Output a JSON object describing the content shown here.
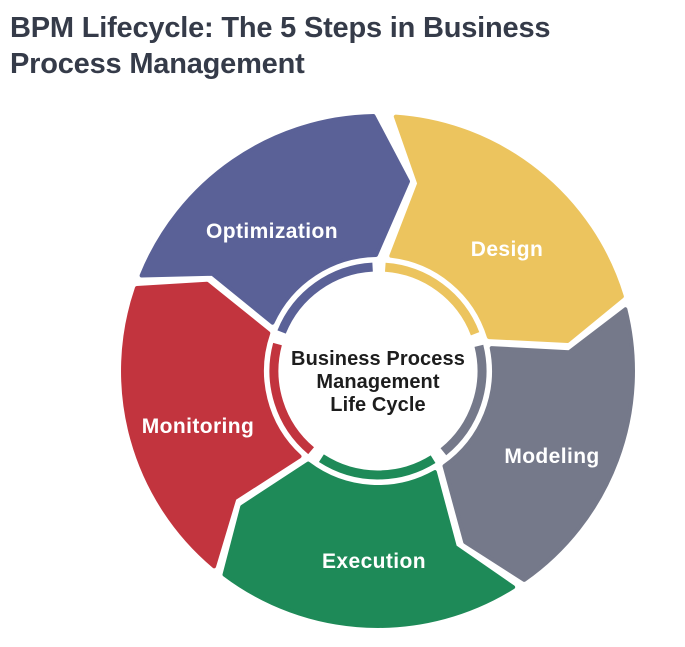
{
  "title": "BPM Lifecycle: The 5 Steps in Business Process Management",
  "title_color": "#353B49",
  "diagram": {
    "center_label": {
      "line1": "Business Process",
      "line2": "Management",
      "line3": "Life Cycle"
    },
    "center_text_color": "#1D1D1D",
    "segment_label_color": "#FFFFFF",
    "segments": [
      {
        "label": "Design",
        "color": "#ECC45E"
      },
      {
        "label": "Modeling",
        "color": "#75798A"
      },
      {
        "label": "Execution",
        "color": "#1E8A58"
      },
      {
        "label": "Monitoring",
        "color": "#C2343E"
      },
      {
        "label": "Optimization",
        "color": "#5A6197"
      }
    ]
  }
}
